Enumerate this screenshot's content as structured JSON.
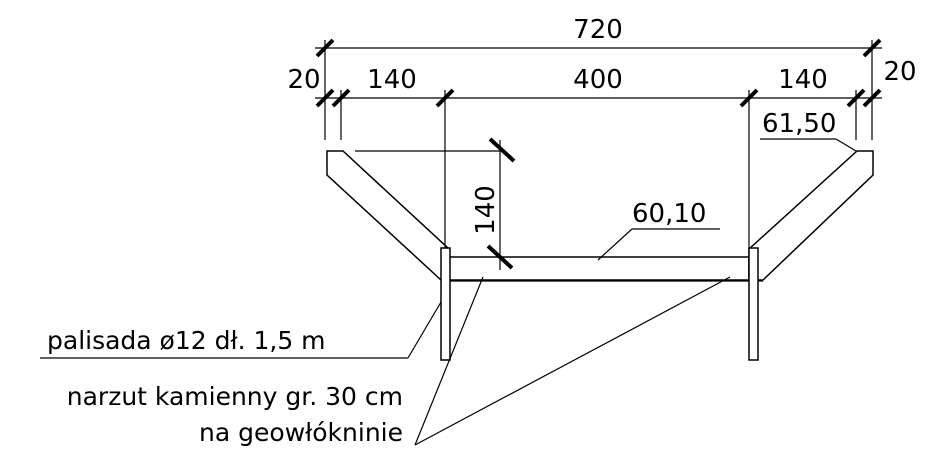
{
  "dimensions": {
    "total_width": "720",
    "left_edge": "20",
    "left_slope": "140",
    "bottom_width": "400",
    "right_slope": "140",
    "right_edge": "20",
    "depth": "140"
  },
  "levels": {
    "bottom_level": "60,10",
    "top_level": "61,50"
  },
  "labels": {
    "palisade": "palisada ø12 dł. 1,5 m",
    "riprap_line1": "narzut kamienny gr. 30 cm",
    "riprap_line2": "na geowłókninie"
  }
}
